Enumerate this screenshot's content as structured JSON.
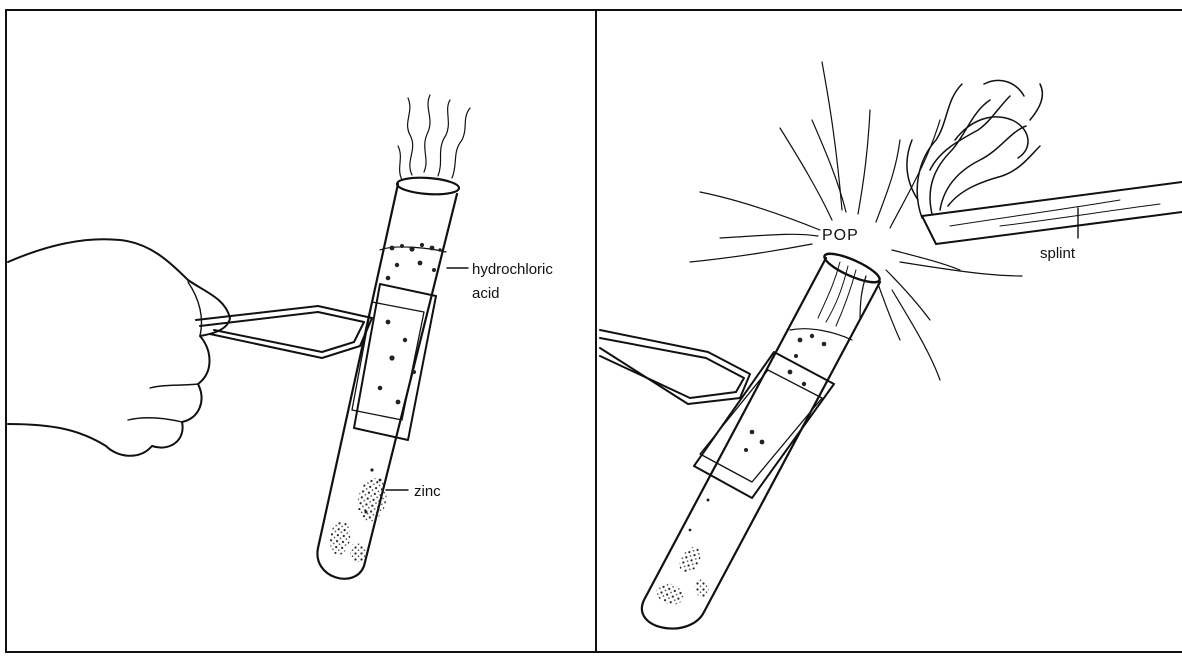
{
  "panels": [
    {
      "id": "before",
      "labels": {
        "acid_line1": "hydrochloric",
        "acid_line2": "acid",
        "metal": "zinc"
      }
    },
    {
      "id": "after",
      "labels": {
        "sound": "POP",
        "stick": "splint"
      }
    }
  ],
  "colors": {
    "ink": "#111111",
    "background": "#ffffff"
  }
}
